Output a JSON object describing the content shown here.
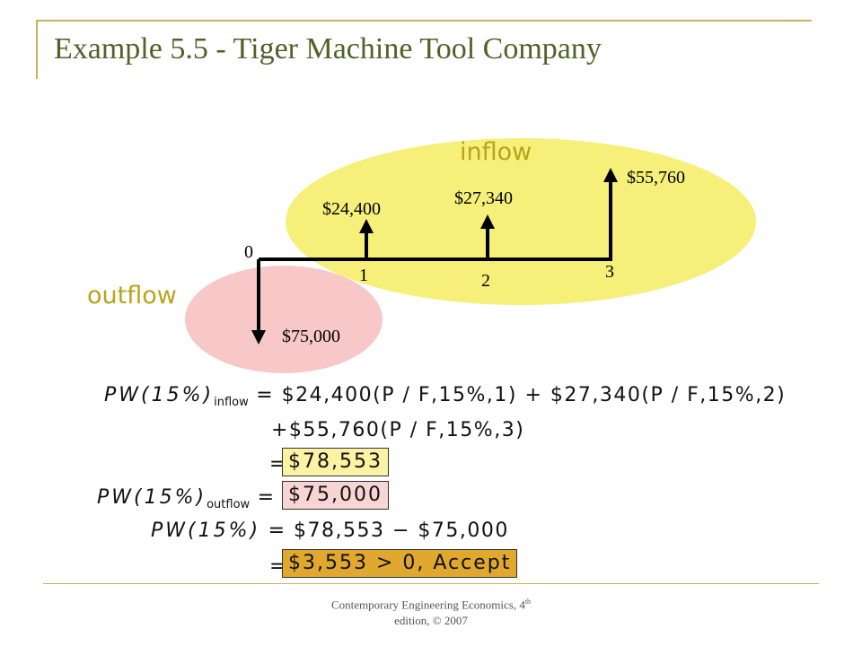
{
  "slide": {
    "title": "Example 5.5 - Tiger Machine Tool Company",
    "footer_line1": "Contemporary Engineering Economics, 4",
    "footer_sup": "th",
    "footer_line2": "edition, © 2007"
  },
  "cash_flow": {
    "inflow_word": "inflow",
    "outflow_word": "outflow",
    "periods": [
      "0",
      "1",
      "2",
      "3"
    ],
    "amounts": [
      "$75,000",
      "$24,400",
      "$27,340",
      "$55,760"
    ]
  },
  "colors": {
    "title": "#4f6228",
    "inflow_region": "#f6f07a",
    "outflow_region": "#f8c8c8",
    "accept_box": "#e0a82e"
  },
  "equations": {
    "line1_lhs_pw": "PW(15%)",
    "line1_lhs_sub": "inflow",
    "line1_rhs": "= $24,400(P / F,15%,1) + $27,340(P / F,15%,2)",
    "line2": "+$55,760(P / F,15%,3)",
    "line3_eq": "=",
    "line3_box": "$78,553",
    "line4_lhs_pw": "PW(15%)",
    "line4_lhs_sub": "outflow",
    "line4_eq": "=",
    "line4_box": "$75,000",
    "line5_lhs": "PW(15%)",
    "line5_rhs": "= $78,553 − $75,000",
    "line6_eq": "=",
    "line6_box": "$3,553 > 0,  Accept"
  }
}
